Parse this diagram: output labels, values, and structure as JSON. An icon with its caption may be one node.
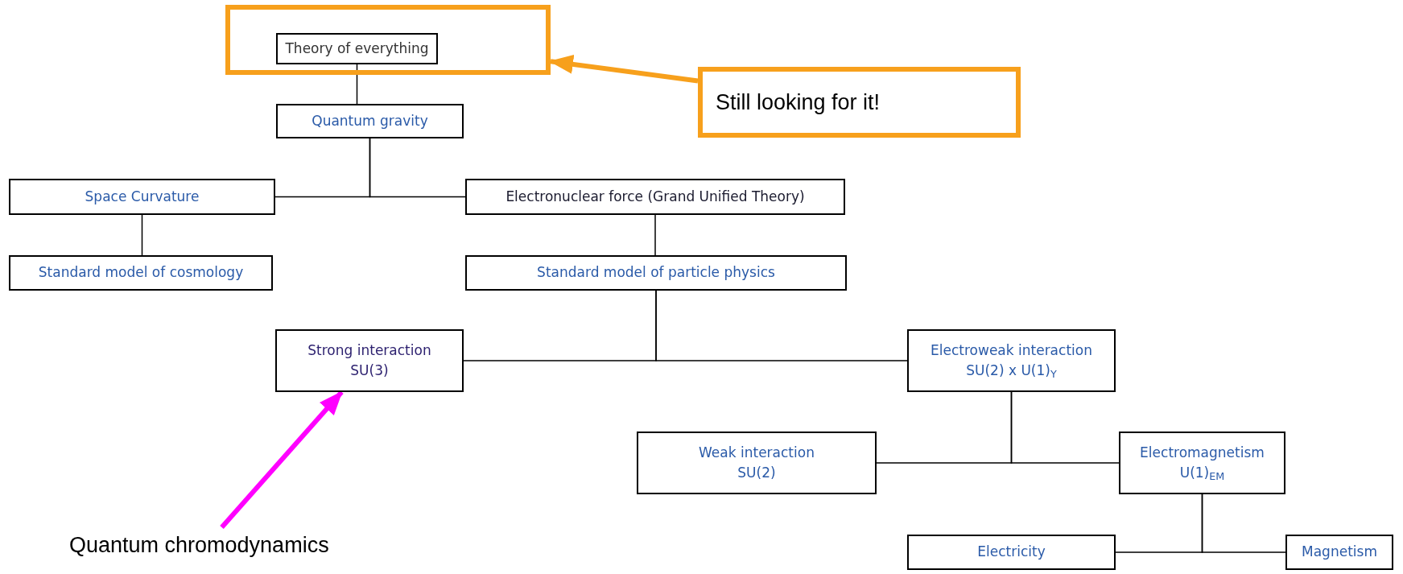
{
  "diagram": {
    "nodes": [
      {
        "text": [],
        "shape": "box"
      },
      {
        "text": [
          "Theory of everything"
        ],
        "in": 0
      },
      {
        "text": [
          "Still looking for it!"
        ]
      },
      {
        "text": [
          "Quantum gravity"
        ]
      },
      {
        "text": [
          "Space Curvature"
        ]
      },
      {
        "text": [
          "Electronuclear force (Grand Unified Theory)"
        ]
      },
      {
        "text": [
          "Standard model of cosmology"
        ]
      },
      {
        "text": [
          "Standard model of particle physics"
        ]
      },
      {
        "text": [
          "Strong interaction",
          "SU(3)"
        ]
      },
      {
        "text": [
          "Electroweak interaction",
          "SU(2) x U(1)$_{Y}$"
        ]
      },
      {
        "text": [
          "Weak interaction",
          "SU(2)"
        ]
      },
      {
        "text": [
          "Electromagnetism",
          "U(1)$_{EM}$"
        ]
      },
      {
        "text": [
          "Electricity"
        ]
      },
      {
        "text": [
          "Magnetism"
        ]
      },
      {
        "text": [
          "Quantum chromodynamics"
        ]
      }
    ],
    "edges": [
      {
        "from": 2,
        "to": 0,
        "arrow": "to",
        "style": "thick",
        "color": "#f7a01c"
      },
      {
        "from": 1,
        "to": 3,
        "arrow": "none"
      },
      {
        "from": 3,
        "to": 4,
        "arrow": "none"
      },
      {
        "from": 3,
        "to": 5,
        "arrow": "none"
      },
      {
        "from": 4,
        "to": 6,
        "arrow": "none"
      },
      {
        "from": 5,
        "to": 7,
        "arrow": "none"
      },
      {
        "from": 7,
        "to": 8,
        "arrow": "none"
      },
      {
        "from": 7,
        "to": 9,
        "arrow": "none"
      },
      {
        "from": 9,
        "to": 10,
        "arrow": "none"
      },
      {
        "from": 9,
        "to": 11,
        "arrow": "none"
      },
      {
        "from": 11,
        "to": 12,
        "arrow": "none"
      },
      {
        "from": 11,
        "to": 13,
        "arrow": "none"
      },
      {
        "from": 14,
        "to": 8,
        "arrow": "to",
        "style": "thick",
        "color": "#ff00ff"
      }
    ]
  }
}
